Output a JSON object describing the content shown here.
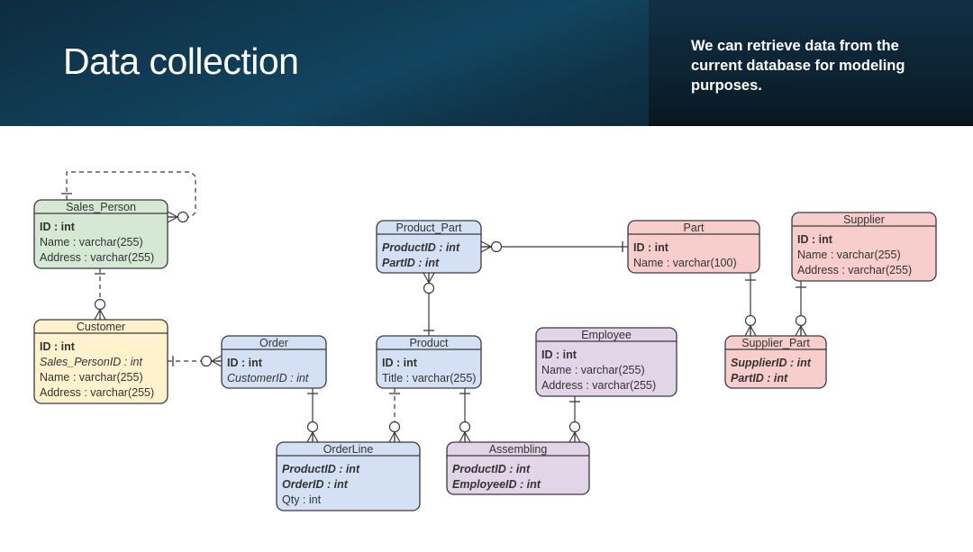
{
  "header": {
    "title": "Data collection",
    "subtitle": "We can retrieve data from the current database for modeling purposes."
  },
  "colors": {
    "green": "#d5e8d4",
    "yellow": "#fff2cc",
    "blue": "#d4e1f5",
    "red": "#f8cecc",
    "purple": "#e1d5e7",
    "stroke": "#3a3a3a"
  },
  "entities": [
    {
      "id": "sales_person",
      "name": "Sales_Person",
      "color": "green",
      "attributes": [
        {
          "text": "ID : int",
          "kind": "pk"
        },
        {
          "text": "Name : varchar(255)",
          "kind": "normal"
        },
        {
          "text": "Address : varchar(255)",
          "kind": "normal"
        }
      ]
    },
    {
      "id": "customer",
      "name": "Customer",
      "color": "yellow",
      "attributes": [
        {
          "text": "ID : int",
          "kind": "pk"
        },
        {
          "text": "Sales_PersonID : int",
          "kind": "fk"
        },
        {
          "text": "Name : varchar(255)",
          "kind": "normal"
        },
        {
          "text": "Address : varchar(255)",
          "kind": "normal"
        }
      ]
    },
    {
      "id": "order",
      "name": "Order",
      "color": "blue",
      "attributes": [
        {
          "text": "ID : int",
          "kind": "pk"
        },
        {
          "text": "CustomerID : int",
          "kind": "fk"
        }
      ]
    },
    {
      "id": "product_part",
      "name": "Product_Part",
      "color": "blue",
      "attributes": [
        {
          "text": "ProductID : int",
          "kind": "pkfk"
        },
        {
          "text": "PartID : int",
          "kind": "pkfk"
        }
      ]
    },
    {
      "id": "product",
      "name": "Product",
      "color": "blue",
      "attributes": [
        {
          "text": "ID : int",
          "kind": "pk"
        },
        {
          "text": "Title : varchar(255)",
          "kind": "normal"
        }
      ]
    },
    {
      "id": "part",
      "name": "Part",
      "color": "red",
      "attributes": [
        {
          "text": "ID : int",
          "kind": "pk"
        },
        {
          "text": "Name : varchar(100)",
          "kind": "normal"
        }
      ]
    },
    {
      "id": "supplier",
      "name": "Supplier",
      "color": "red",
      "attributes": [
        {
          "text": "ID : int",
          "kind": "pk"
        },
        {
          "text": "Name : varchar(255)",
          "kind": "normal"
        },
        {
          "text": "Address : varchar(255)",
          "kind": "normal"
        }
      ]
    },
    {
      "id": "supplier_part",
      "name": "Supplier_Part",
      "color": "red",
      "attributes": [
        {
          "text": "SupplierID : int",
          "kind": "pkfk"
        },
        {
          "text": "PartID : int",
          "kind": "pkfk"
        }
      ]
    },
    {
      "id": "employee",
      "name": "Employee",
      "color": "purple",
      "attributes": [
        {
          "text": "ID : int",
          "kind": "pk"
        },
        {
          "text": "Name : varchar(255)",
          "kind": "normal"
        },
        {
          "text": "Address : varchar(255)",
          "kind": "normal"
        }
      ]
    },
    {
      "id": "orderline",
      "name": "OrderLine",
      "color": "blue",
      "attributes": [
        {
          "text": "ProductID : int",
          "kind": "pkfk"
        },
        {
          "text": "OrderID : int",
          "kind": "pkfk"
        },
        {
          "text": "Qty : int",
          "kind": "normal"
        }
      ]
    },
    {
      "id": "assembling",
      "name": "Assembling",
      "color": "purple",
      "attributes": [
        {
          "text": "ProductID : int",
          "kind": "pkfk"
        },
        {
          "text": "EmployeeID : int",
          "kind": "pkfk"
        }
      ]
    }
  ],
  "relationships": [
    {
      "from": "sales_person",
      "to": "sales_person",
      "from_card": "one",
      "to_card": "zero-or-many",
      "style": "dashed"
    },
    {
      "from": "sales_person",
      "to": "customer",
      "from_card": "one",
      "to_card": "zero-or-many",
      "style": "dashed"
    },
    {
      "from": "customer",
      "to": "order",
      "from_card": "one",
      "to_card": "zero-or-many",
      "style": "dashed"
    },
    {
      "from": "order",
      "to": "orderline",
      "from_card": "one",
      "to_card": "zero-or-many",
      "style": "solid"
    },
    {
      "from": "product",
      "to": "orderline",
      "from_card": "one",
      "to_card": "zero-or-many",
      "style": "dashed"
    },
    {
      "from": "product",
      "to": "product_part",
      "from_card": "one",
      "to_card": "zero-or-many",
      "style": "solid"
    },
    {
      "from": "part",
      "to": "product_part",
      "from_card": "one",
      "to_card": "zero-or-many",
      "style": "solid"
    },
    {
      "from": "product",
      "to": "assembling",
      "from_card": "one",
      "to_card": "zero-or-many",
      "style": "solid"
    },
    {
      "from": "employee",
      "to": "assembling",
      "from_card": "one",
      "to_card": "zero-or-many",
      "style": "solid"
    },
    {
      "from": "part",
      "to": "supplier_part",
      "from_card": "one",
      "to_card": "zero-or-many",
      "style": "solid"
    },
    {
      "from": "supplier",
      "to": "supplier_part",
      "from_card": "one",
      "to_card": "zero-or-many",
      "style": "solid"
    }
  ]
}
